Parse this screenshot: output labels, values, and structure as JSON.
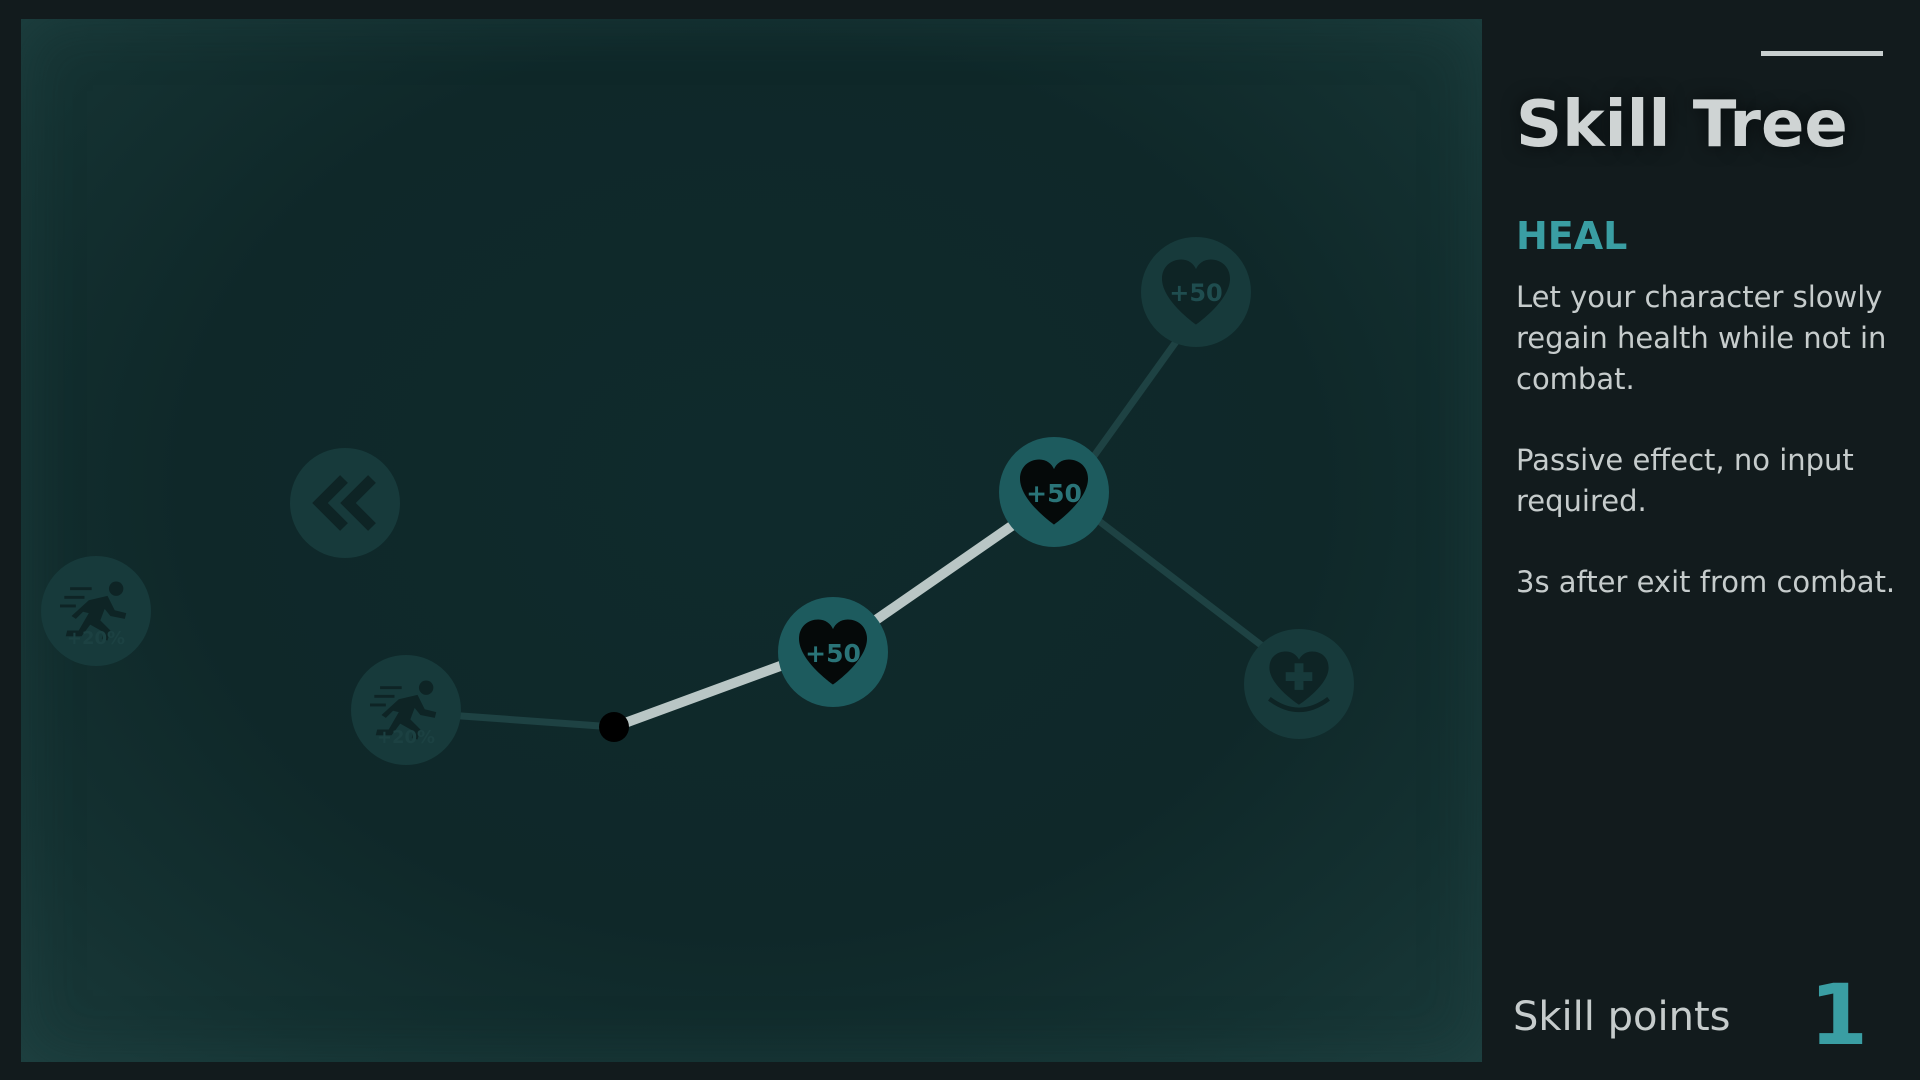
{
  "panel": {
    "title": "Skill Tree",
    "skill_name": "HEAL",
    "description": [
      "Let your character slowly regain health while not in combat.",
      "Passive effect, no input required.",
      "3s after exit from combat."
    ],
    "skill_points_label": "Skill points",
    "skill_points_value": "1"
  },
  "tree": {
    "nodes": [
      {
        "id": "heal-1",
        "icon": "heart-icon",
        "label": "+50",
        "state": "unlocked"
      },
      {
        "id": "heal-2",
        "icon": "heart-icon",
        "label": "+50",
        "state": "unlocked"
      },
      {
        "id": "heal-3",
        "icon": "heart-icon",
        "label": "+50",
        "state": "locked"
      },
      {
        "id": "heal-regen",
        "icon": "heart-plus-icon",
        "label": "",
        "state": "locked"
      },
      {
        "id": "sprint-1",
        "icon": "sprint-icon",
        "label": "+20%",
        "state": "locked"
      },
      {
        "id": "sprint-2",
        "icon": "sprint-icon",
        "label": "+20%",
        "state": "locked"
      },
      {
        "id": "back",
        "icon": "double-chevron-left-icon",
        "label": "",
        "state": "locked"
      }
    ]
  },
  "colors": {
    "accent": "#3a9ea3",
    "node_active": "#1d5b5e",
    "node_locked": "#173a3b",
    "path_active": "#b9c6c5",
    "path_locked": "#1e4243"
  }
}
